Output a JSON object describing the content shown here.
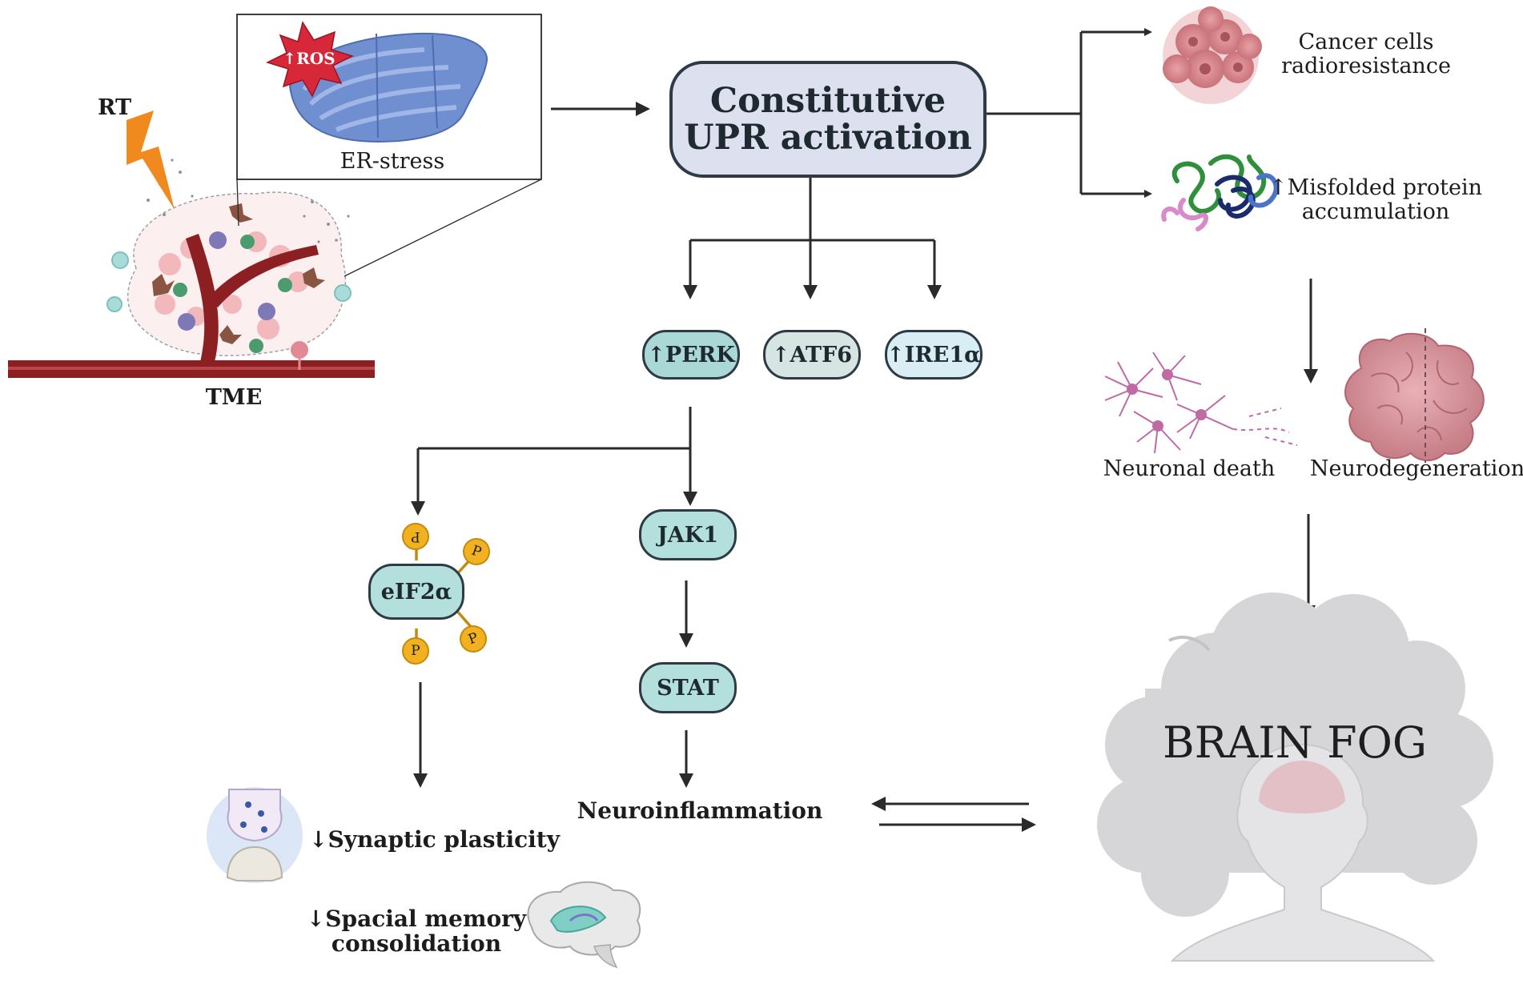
{
  "upr": {
    "line1": "Constitutive",
    "line2": "UPR activation"
  },
  "er_stress": "ER-stress",
  "ros_label": "↑ROS",
  "rt_label": "RT",
  "tme_label": "TME",
  "branches": {
    "perk": "↑PERK",
    "atf6": "↑ATF6",
    "ire1a": "↑IRE1α"
  },
  "jak1": "JAK1",
  "stat": "STAT",
  "eif2a": "eIF2α",
  "phospho_symbol": "P",
  "neuroinflammation": "Neuroinflammation",
  "synaptic_plasticity": "↓Synaptic plasticity",
  "memory": {
    "line1": "↓Spacial memory",
    "line2": "consolidation"
  },
  "cancer": {
    "line1": "Cancer cells",
    "line2": "radioresistance"
  },
  "misfolded": {
    "line1": "↑Misfolded protein",
    "line2": "accumulation"
  },
  "neuronal_death": "Neuronal death",
  "neurodegeneration": "Neurodegeneration",
  "brain_fog": "BRAIN FOG",
  "colors": {
    "pill_upr": "#dde1ef",
    "pill_perk": "#a9d8d6",
    "pill_atf6": "#d6e5e2",
    "pill_ire1a": "#d8eef4",
    "pill_jak_stat": "#b3e0dd",
    "phospho": "#f2b21f",
    "bolt": "#f08a1e",
    "vessel": "#8c1f22",
    "er": "#6f8fd0",
    "cloud": "#d6d6d8",
    "cancer": "#d98a8d",
    "neuron": "#c06aa5",
    "brain": "#d8929a"
  }
}
